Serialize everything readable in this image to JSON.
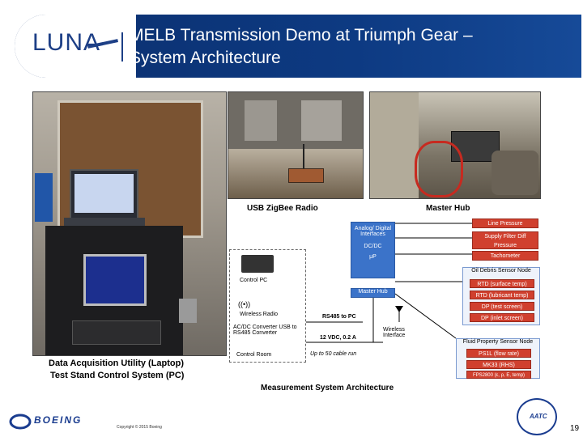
{
  "header": {
    "logo_text": "LUNA",
    "title_line1": "MELB Transmission Demo at Triumph Gear –",
    "title_line2": "System Architecture"
  },
  "captions": {
    "laptop_line1": "Data Acquisition Utility (Laptop)",
    "laptop_line2": "Test Stand Control System (PC)",
    "usb_radio": "USB ZigBee Radio",
    "master_hub": "Master Hub",
    "measurement": "Measurement System Architecture"
  },
  "diagram": {
    "analog": "Analog/ Digital Interfaces",
    "dcdc": "DC/DC",
    "up": "μP",
    "master_hub_box": "Master Hub",
    "line_pressure": "Line Pressure",
    "supply_filter": "Supply Filter Diff Pressure",
    "tachometer": "Tachometer",
    "oil_debris": "Oil Debris Sensor Node",
    "rtd_surface": "RTD (surface temp)",
    "rtd_lubricant": "RTD (lubricant temp)",
    "dp_test": "DP (test screen)",
    "dp_inlet": "DP (inlet screen)",
    "fluid_property": "Fluid Property Sensor Node",
    "ps1l": "PS1L (flow rate)",
    "mk33": "MK33 (RHS)",
    "fps2800": "FPS2800 (ε, ρ, E, temp)",
    "control_pc": "Control PC",
    "wireless_radio": "Wireless Radio",
    "converter": "AC/DC Converter USB to RS485 Converter",
    "control_room": "Control Room",
    "rs485": "RS485 to PC",
    "power": "12 VDC, 0.2 A",
    "cable": "Up to 50 cable run",
    "wireless_interface": "Wireless Interface"
  },
  "footer": {
    "copyright": "Copyright © 2015 Boeing",
    "boeing": "BOEING",
    "page_number": "19",
    "aatc": "AATC"
  }
}
